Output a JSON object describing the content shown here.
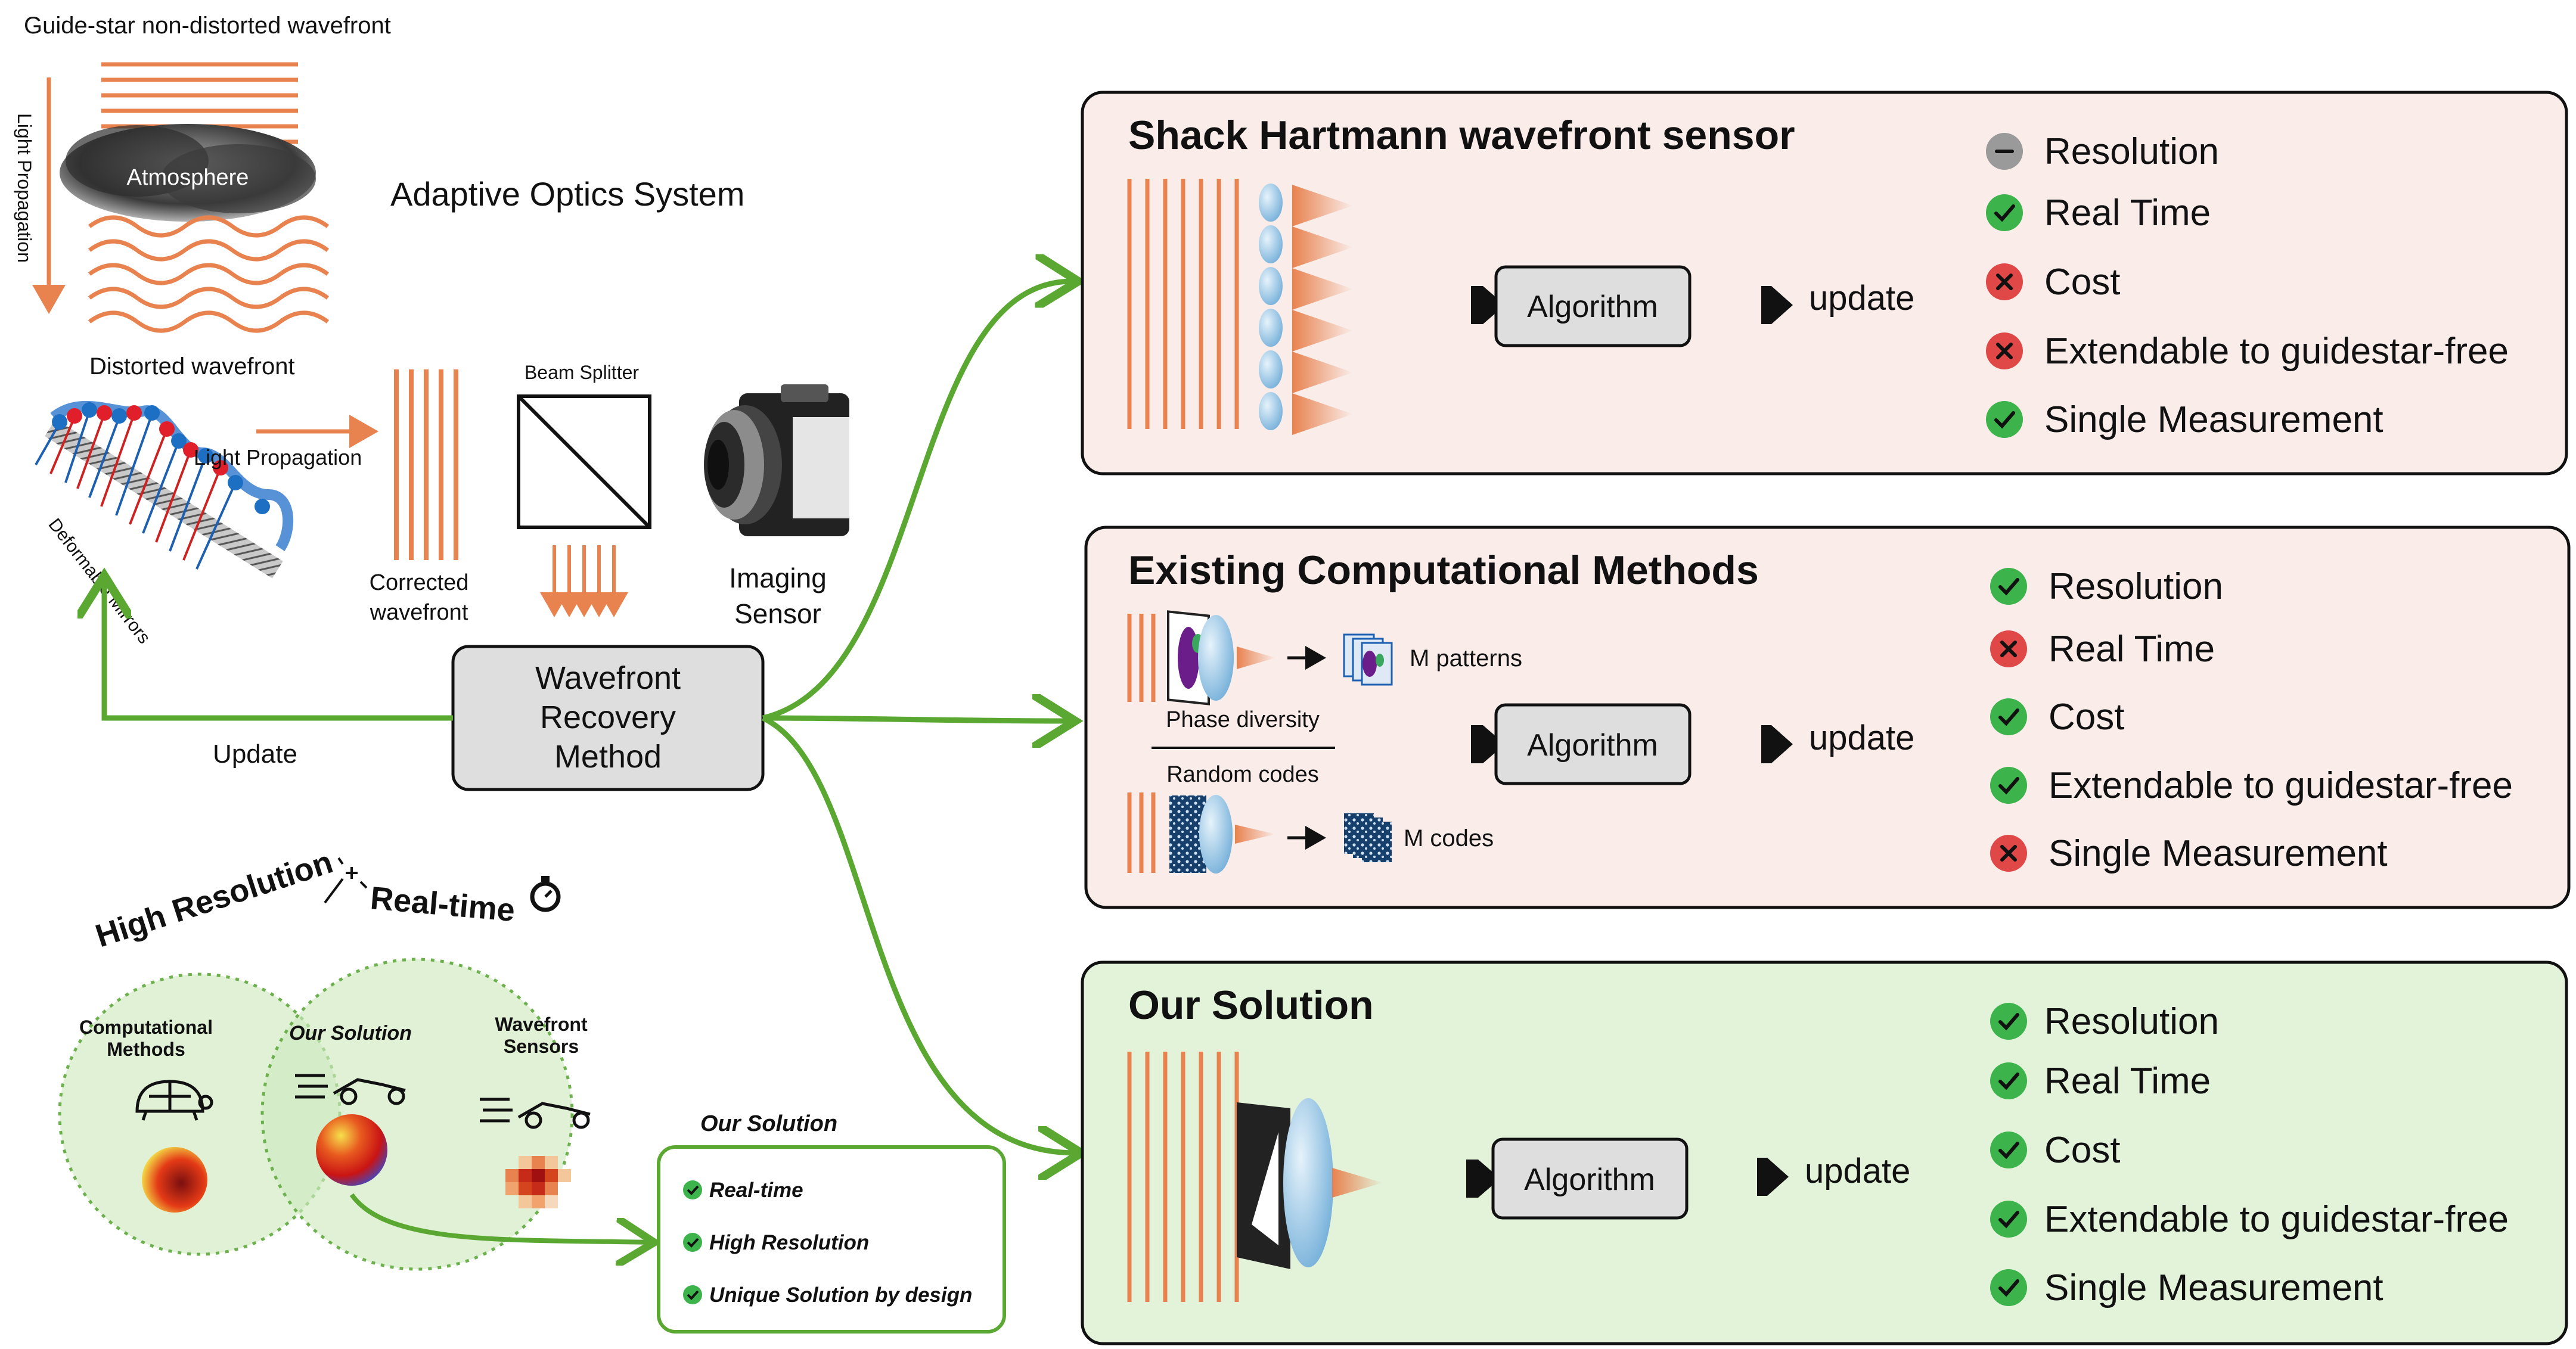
{
  "colors": {
    "orange": "#e8824e",
    "green_arrow": "#5aa832",
    "pink_panel": "#f9ece9",
    "green_panel": "#e2f3da",
    "check": "#3cb44b",
    "cross": "#e04848",
    "neutral": "#9a9a9a",
    "box_gray": "#dedede"
  },
  "top_left": {
    "guide_star": "Guide-star non-distorted wavefront",
    "light_propagation_vertical": "Light Propagation",
    "atmosphere": "Atmosphere",
    "distorted": "Distorted wavefront",
    "system_title": "Adaptive Optics System",
    "light_propagation": "Light Propagation",
    "beam_splitter": "Beam Splitter",
    "corrected_1": "Corrected",
    "corrected_2": "wavefront",
    "imaging_1": "Imaging",
    "imaging_2": "Sensor",
    "deformable": "Deformable Mirrors",
    "recovery_1": "Wavefront",
    "recovery_2": "Recovery",
    "recovery_3": "Method",
    "update": "Update"
  },
  "venn": {
    "high_res": "High Resolution",
    "real_time": "Real-time",
    "comp_1": "Computational",
    "comp_2": "Methods",
    "our": "Our Solution",
    "sensors_1": "Wavefront",
    "sensors_2": "Sensors",
    "wand_icon": "magic-wand-icon",
    "stopwatch_icon": "stopwatch-icon",
    "turtle_icon": "turtle-icon",
    "race_car_icon": "race-car-icon"
  },
  "our_box": {
    "title": "Our Solution",
    "items": [
      "Real-time",
      "High Resolution",
      "Unique Solution by design"
    ]
  },
  "panels": [
    {
      "title": "Shack Hartmann wavefront sensor",
      "algorithm": "Algorithm",
      "update": "update",
      "features": [
        {
          "label": "Resolution",
          "status": "neutral"
        },
        {
          "label": "Real Time",
          "status": "check"
        },
        {
          "label": "Cost",
          "status": "cross"
        },
        {
          "label": "Extendable to guidestar-free",
          "status": "cross"
        },
        {
          "label": "Single Measurement",
          "status": "check"
        }
      ]
    },
    {
      "title": "Existing Computational Methods",
      "algorithm": "Algorithm",
      "update": "update",
      "m_patterns": "M patterns",
      "phase_diversity": "Phase diversity",
      "random_codes": "Random codes",
      "m_codes": "M codes",
      "features": [
        {
          "label": "Resolution",
          "status": "check"
        },
        {
          "label": "Real Time",
          "status": "cross"
        },
        {
          "label": "Cost",
          "status": "check"
        },
        {
          "label": "Extendable to guidestar-free",
          "status": "check"
        },
        {
          "label": "Single Measurement",
          "status": "cross"
        }
      ]
    },
    {
      "title": "Our Solution",
      "algorithm": "Algorithm",
      "update": "update",
      "features": [
        {
          "label": "Resolution",
          "status": "check"
        },
        {
          "label": "Real Time",
          "status": "check"
        },
        {
          "label": "Cost",
          "status": "check"
        },
        {
          "label": "Extendable to guidestar-free",
          "status": "check"
        },
        {
          "label": "Single Measurement",
          "status": "check"
        }
      ]
    }
  ]
}
